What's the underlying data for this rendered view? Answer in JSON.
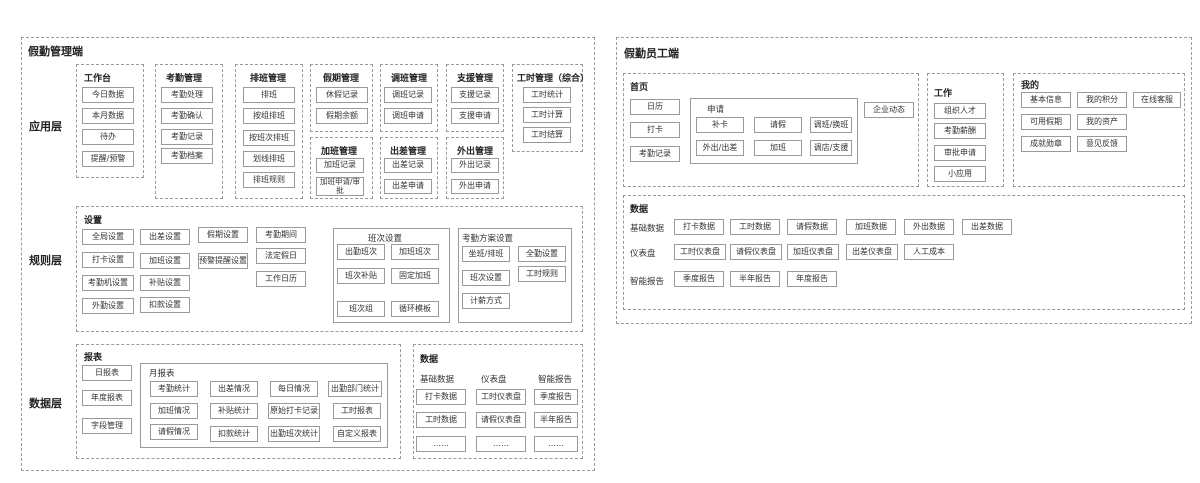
{
  "admin": {
    "title": "假勤管理端",
    "layers": {
      "app": "应用层",
      "rule": "规则层",
      "data": "数据层"
    },
    "app_groups": [
      {
        "title": "工作台",
        "items": [
          "今日数据",
          "本月数据",
          "待办",
          "提醒/预警"
        ]
      },
      {
        "title": "考勤管理",
        "items": [
          "考勤处理",
          "考勤确认",
          "考勤记录",
          "考勤档案"
        ]
      },
      {
        "title": "排班管理",
        "items": [
          "排班",
          "按组排班",
          "按班次排班",
          "划线排班",
          "排班规则"
        ]
      },
      {
        "title": "假期管理",
        "items": [
          "休假记录",
          "假期余额"
        ]
      },
      {
        "title": "调班管理",
        "items": [
          "调班记录",
          "调班申请"
        ]
      },
      {
        "title": "支援管理",
        "items": [
          "支援记录",
          "支援申请"
        ]
      },
      {
        "title": "工时管理（综合）",
        "items": [
          "工时统计",
          "工时计算",
          "工时结算"
        ]
      },
      {
        "title": "加班管理",
        "items": [
          "加班记录",
          "加班申请/审批"
        ]
      },
      {
        "title": "出差管理",
        "items": [
          "出差记录",
          "出差申请"
        ]
      },
      {
        "title": "外出管理",
        "items": [
          "外出记录",
          "外出申请"
        ]
      }
    ],
    "settings": {
      "title": "设置",
      "col1": [
        "全局设置",
        "打卡设置",
        "考勤机设置",
        "外勤设置"
      ],
      "col2": [
        "出差设置",
        "加班设置",
        "补贴设置",
        "扣款设置"
      ],
      "col3": [
        "假期设置",
        "预警提醒设置"
      ],
      "col4": [
        "考勤期间",
        "法定假日",
        "工作日历"
      ],
      "shift": {
        "title": "班次设置",
        "items": [
          "出勤班次",
          "加班班次",
          "班次补贴",
          "固定加班",
          "班次组",
          "循环模板"
        ]
      },
      "scheme": {
        "title": "考勤方案设置",
        "items": [
          "坐班/排班",
          "全勤设置",
          "班次设置",
          "工时规则",
          "计薪方式"
        ]
      }
    },
    "reports": {
      "title": "报表",
      "left": [
        "日报表",
        "年度报表",
        "字段管理"
      ],
      "monthly_title": "月报表",
      "monthly": [
        "考勤统计",
        "出差情况",
        "每日情况",
        "出勤部门统计",
        "加班情况",
        "补贴统计",
        "原始打卡记录",
        "工时报表",
        "请假情况",
        "扣款统计",
        "出勤班次统计",
        "自定义报表"
      ]
    },
    "data": {
      "title": "数据",
      "headers": [
        "基础数据",
        "仪表盘",
        "智能报告"
      ],
      "cols": [
        [
          "打卡数据",
          "工时数据",
          "……"
        ],
        [
          "工时仪表盘",
          "请假仪表盘",
          "……"
        ],
        [
          "季度报告",
          "半年报告",
          "……"
        ]
      ]
    }
  },
  "employee": {
    "title": "假勤员工端",
    "home": {
      "title": "首页",
      "left": [
        "日历",
        "打卡",
        "考勤记录"
      ],
      "apply_title": "申请",
      "apply": [
        "补卡",
        "请假",
        "调班/换班",
        "外出/出差",
        "加班",
        "调店/支援"
      ],
      "news": "企业动态"
    },
    "work": {
      "title": "工作",
      "items": [
        "组织人才",
        "考勤薪酬",
        "审批申请",
        "小应用"
      ]
    },
    "mine": {
      "title": "我的",
      "items": [
        "基本信息",
        "我的积分",
        "在线客服",
        "可用假期",
        "我的资产",
        "成就勋章",
        "意见反馈"
      ]
    },
    "data": {
      "title": "数据",
      "rows": [
        {
          "label": "基础数据",
          "items": [
            "打卡数据",
            "工时数据",
            "请假数据",
            "加班数据",
            "外出数据",
            "出差数据"
          ]
        },
        {
          "label": "仪表盘",
          "items": [
            "工时仪表盘",
            "请假仪表盘",
            "加班仪表盘",
            "出差仪表盘",
            "人工成本"
          ]
        },
        {
          "label": "智能报告",
          "items": [
            "季度报告",
            "半年报告",
            "年度报告"
          ]
        }
      ]
    }
  }
}
